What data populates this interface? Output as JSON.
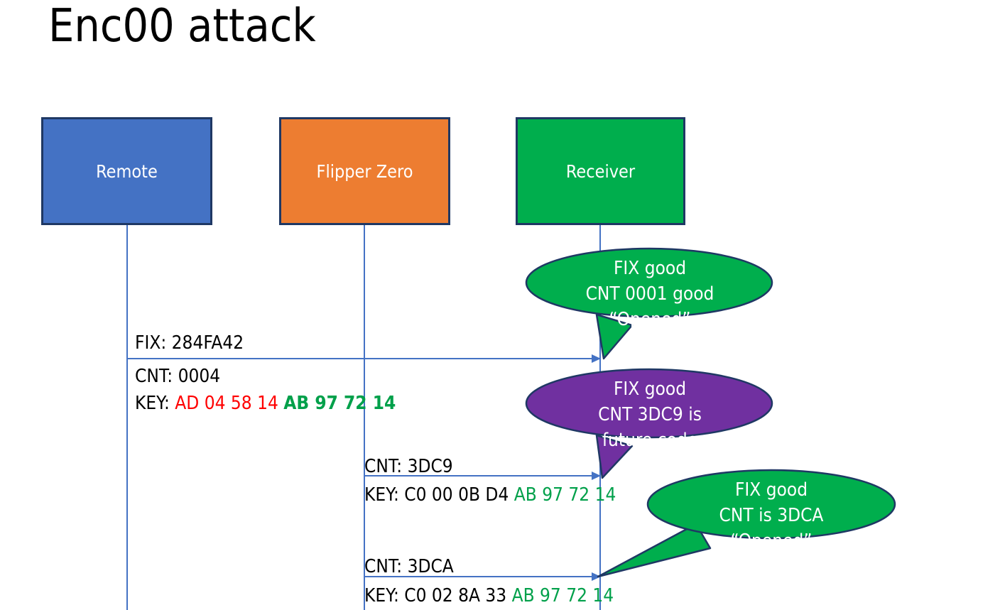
{
  "slide": {
    "title": "Enc00 attack"
  },
  "actors": [
    {
      "id": "remote",
      "label": "Remote",
      "color": "#4472C4"
    },
    {
      "id": "flipper",
      "label": "Flipper Zero",
      "color": "#ED7D31"
    },
    {
      "id": "receiver",
      "label": "Receiver",
      "color": "#00AE4D"
    }
  ],
  "messages": [
    {
      "id": "msg1",
      "from": "remote",
      "to": "receiver",
      "fix_line": "FIX: 284FA42",
      "cnt_line": "CNT: 0004",
      "key_label": "KEY: ",
      "key_part_red": "AD 04 58 14",
      "key_part_green": "AB 97 72 14"
    },
    {
      "id": "msg2",
      "from": "flipper",
      "to": "receiver",
      "cnt_line": "CNT: 3DC9",
      "key_label": "KEY: C0 00 0B D4 ",
      "key_part_green": "AB 97 72 14"
    },
    {
      "id": "msg3",
      "from": "flipper",
      "to": "receiver",
      "cnt_line": "CNT: 3DCA",
      "key_label": "KEY: C0 02 8A 33 ",
      "key_part_green": "AB 97 72 14"
    }
  ],
  "callouts": [
    {
      "id": "callout1",
      "color": "#00AE4D",
      "line1": "FIX good",
      "line2": "CNT 0001 good",
      "line3": "“Opened”"
    },
    {
      "id": "callout2",
      "color": "#7030A0",
      "line1": "FIX good",
      "line2": "CNT 3DC9 is",
      "line3": "future code"
    },
    {
      "id": "callout3",
      "color": "#00AE4D",
      "line1": "FIX good",
      "line2": "CNT is 3DCA",
      "line3": "“Opened”"
    }
  ],
  "colors": {
    "blue": "#4472C4",
    "orange": "#ED7D31",
    "green": "#00AE4D",
    "purple": "#7030A0",
    "border_navy": "#1F3864",
    "hex_red": "#FF0000",
    "hex_green": "#00A04A"
  }
}
